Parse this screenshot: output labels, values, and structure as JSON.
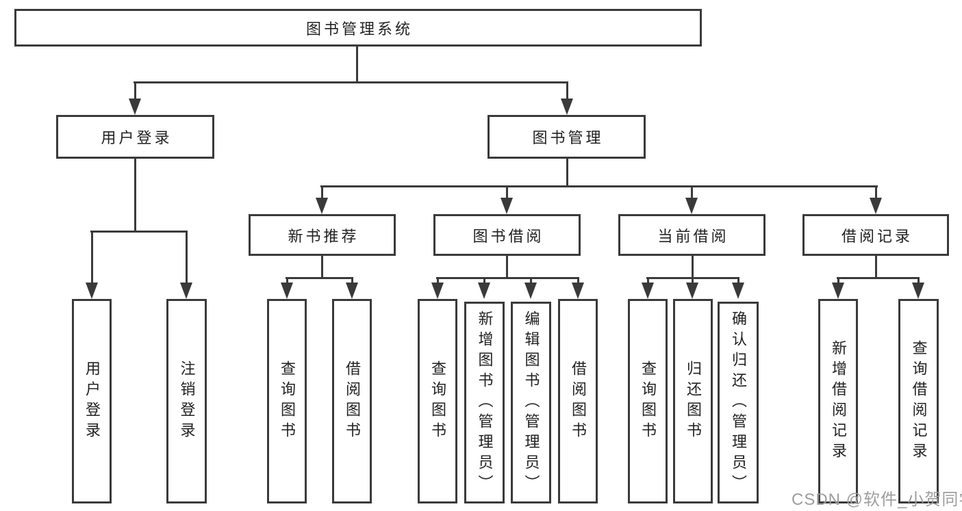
{
  "diagram_title": "图书管理系统",
  "colors": {
    "line": "#3a3a3a",
    "text": "#222222",
    "background": "#ffffff",
    "watermark_text": "#9d9d9d"
  },
  "nodes": {
    "root": "图书管理系统",
    "user_login": "用户登录",
    "book_management": "图书管理",
    "new_book_recommend": "新书推荐",
    "book_borrowing": "图书借阅",
    "current_borrowing": "当前借阅",
    "borrowing_records": "借阅记录",
    "login": "用户登录",
    "logout": "注销登录",
    "rec_query_books": "查询图书",
    "rec_borrow_books": "借阅图书",
    "bor_query_books": "查询图书",
    "bor_add_books": "新增图书（管理员）",
    "bor_edit_books": "编辑图书（管理员）",
    "bor_borrow_books": "借阅图书",
    "cur_query_books": "查询图书",
    "cur_return_books": "归还图书",
    "cur_confirm_return": "确认归还（管理员）",
    "add_borrow_record": "新增借阅记录",
    "query_borrow_record": "查询借阅记录"
  },
  "watermark": {
    "text": "CSDN @软件_小贺同学"
  }
}
